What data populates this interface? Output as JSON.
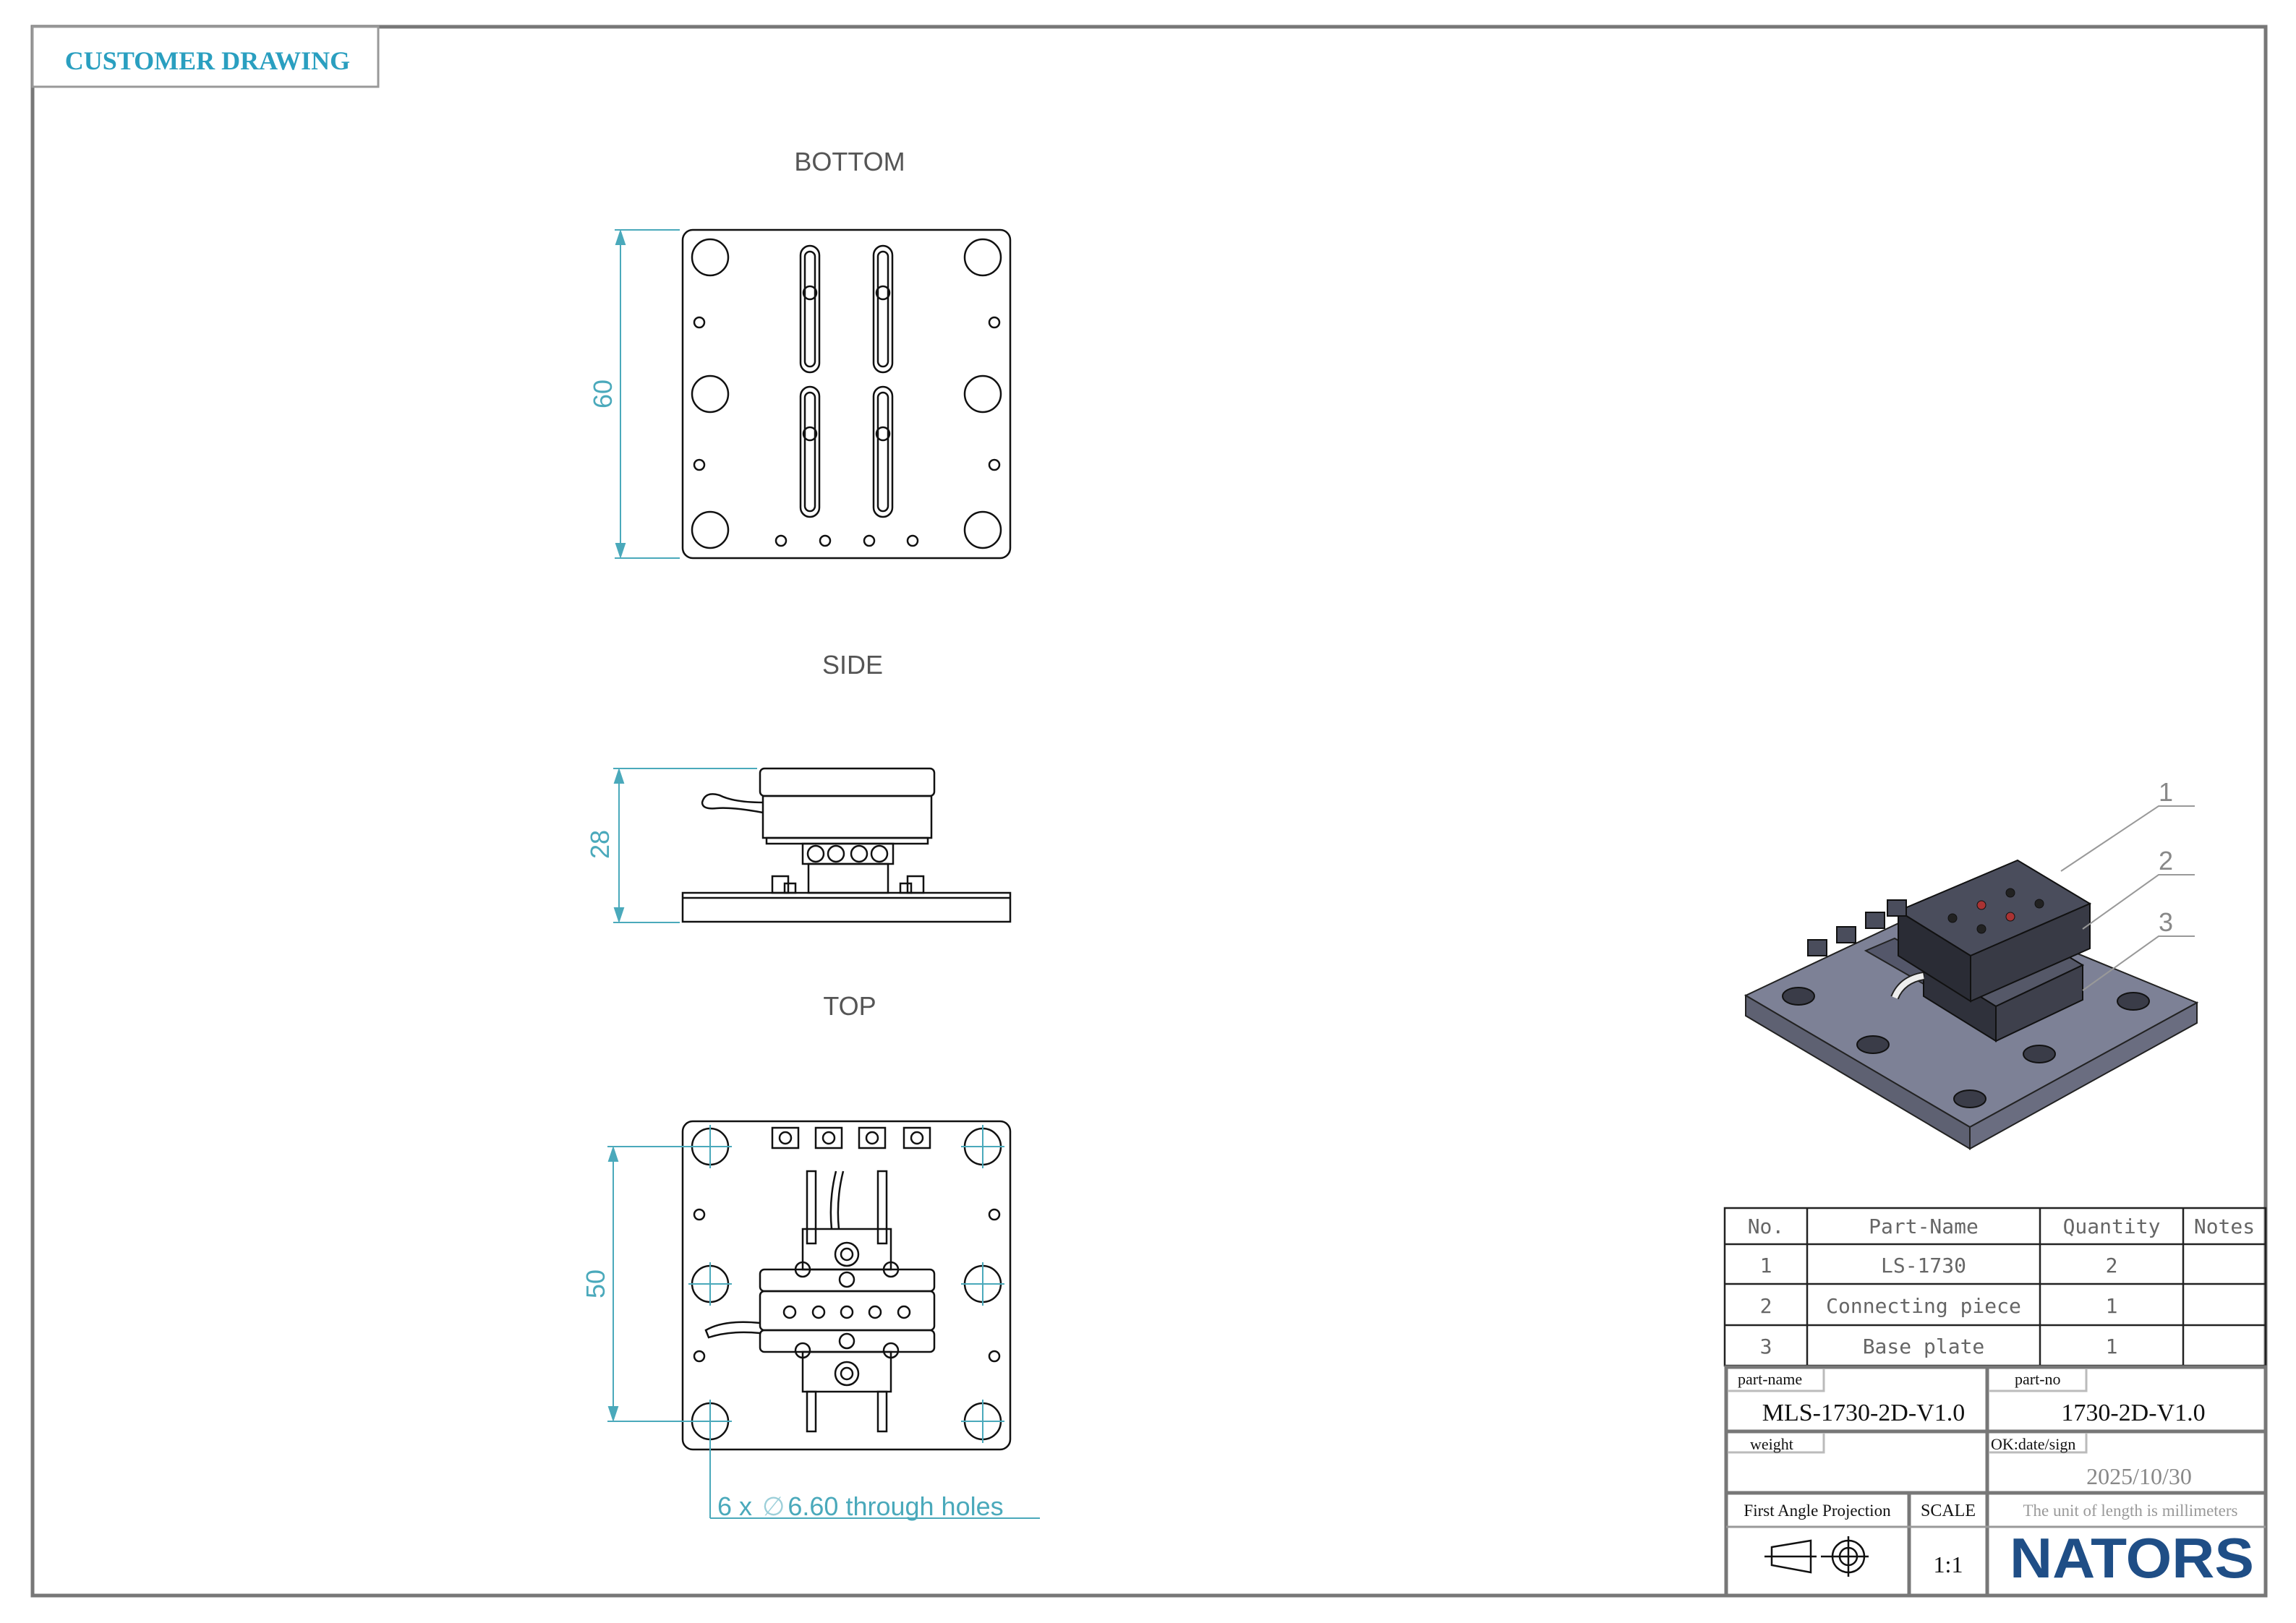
{
  "header": {
    "title": "CUSTOMER DRAWING"
  },
  "views": {
    "bottom": {
      "label": "BOTTOM",
      "dimension": "60"
    },
    "side": {
      "label": "SIDE",
      "dimension": "28"
    },
    "top": {
      "label": "TOP",
      "dimension": "50",
      "hole_note_count": "6 x",
      "hole_note_symbol": "∅",
      "hole_note_text": "6.60 through holes"
    }
  },
  "isometric": {
    "balloons": [
      "1",
      "2",
      "3"
    ]
  },
  "bom": {
    "headers": [
      "No.",
      "Part-Name",
      "Quantity",
      "Notes"
    ],
    "rows": [
      {
        "no": "1",
        "name": "LS-1730",
        "qty": "2",
        "notes": ""
      },
      {
        "no": "2",
        "name": "Connecting piece",
        "qty": "1",
        "notes": ""
      },
      {
        "no": "3",
        "name": "Base plate",
        "qty": "1",
        "notes": ""
      }
    ]
  },
  "title_block": {
    "part_name_label": "part-name",
    "part_name": "MLS-1730-2D-V1.0",
    "part_no_label": "part-no",
    "part_no": "1730-2D-V1.0",
    "weight_label": "weight",
    "ok_label": "OK:date/sign",
    "date": "2025/10/30",
    "projection": "First Angle Projection",
    "scale_label": "SCALE",
    "scale": "1:1",
    "unit_note": "The unit of length is millimeters",
    "logo": "NATORS"
  },
  "colors": {
    "accent": "#2a9fc0",
    "dimension": "#4aa9bb",
    "logo": "#1f4e86",
    "part": "#7d8196"
  }
}
